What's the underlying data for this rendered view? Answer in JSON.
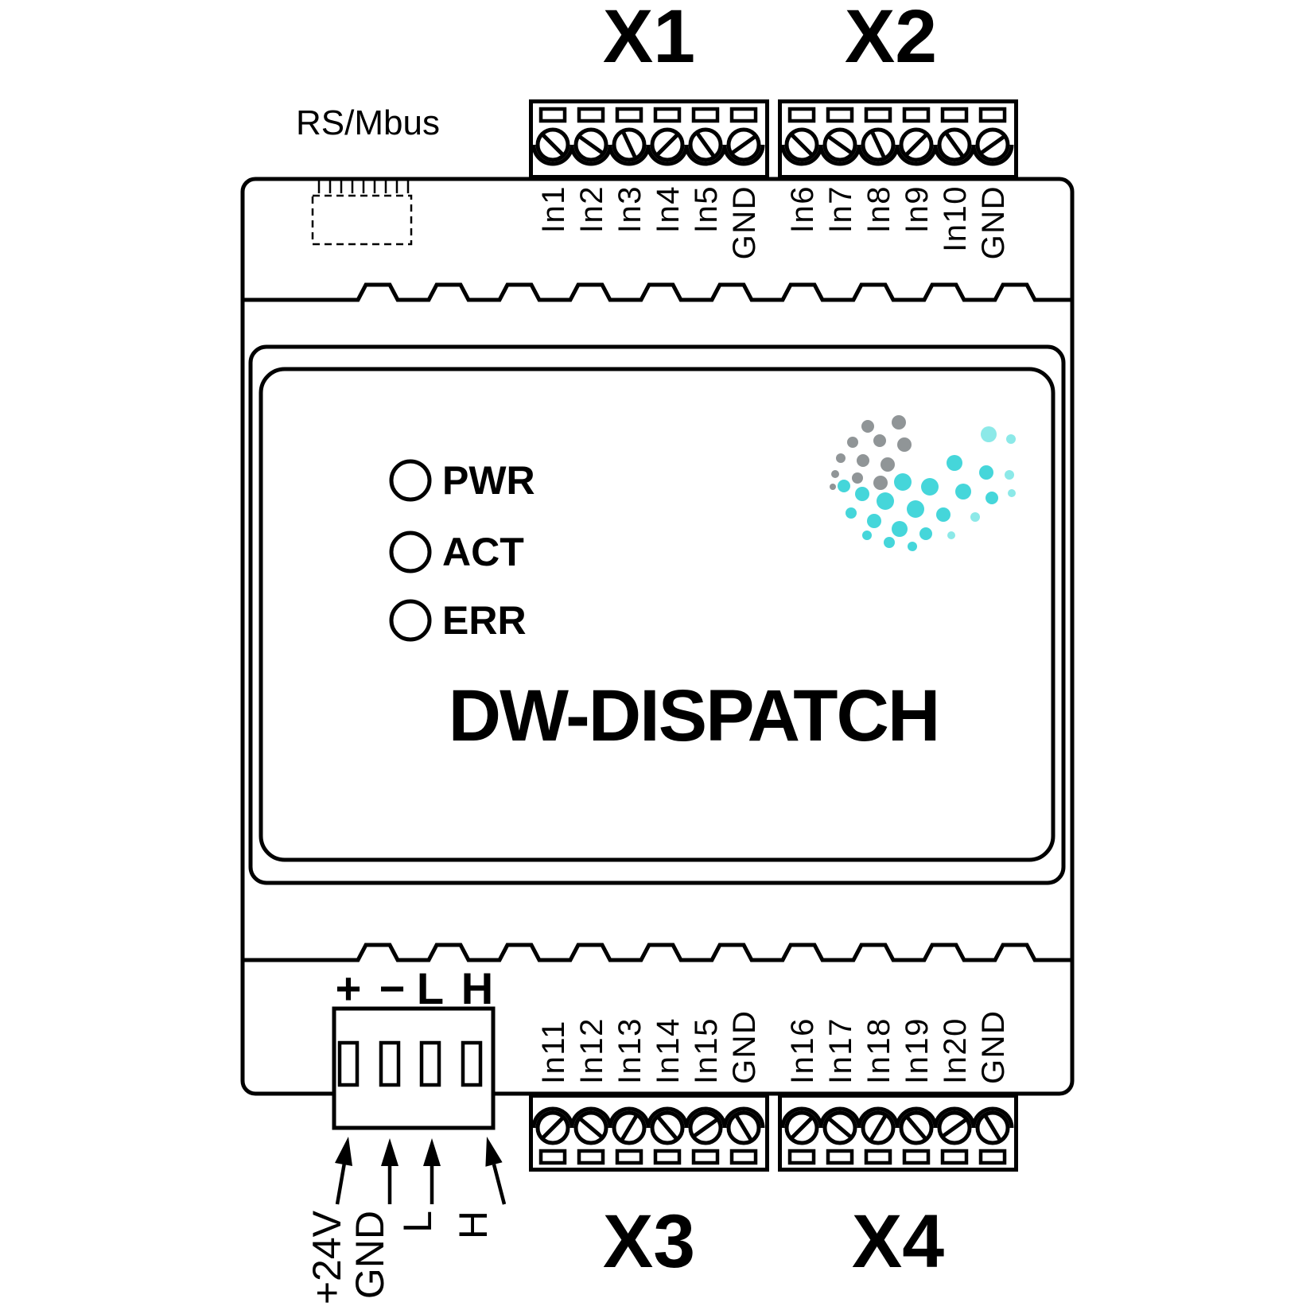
{
  "device": {
    "model": "DW-DISPATCH",
    "port_label": "RS/Mbus"
  },
  "connectors": {
    "x1": {
      "name": "X1",
      "pins": [
        "In1",
        "In2",
        "In3",
        "In4",
        "In5",
        "GND"
      ]
    },
    "x2": {
      "name": "X2",
      "pins": [
        "In6",
        "In7",
        "In8",
        "In9",
        "In10",
        "GND"
      ]
    },
    "x3": {
      "name": "X3",
      "pins": [
        "In11",
        "In12",
        "In13",
        "In14",
        "In15",
        "GND"
      ]
    },
    "x4": {
      "name": "X4",
      "pins": [
        "In16",
        "In17",
        "In18",
        "In19",
        "In20",
        "GND"
      ]
    }
  },
  "leds": [
    {
      "label": "PWR"
    },
    {
      "label": "ACT"
    },
    {
      "label": "ERR"
    }
  ],
  "power_connector": {
    "terminal_labels": [
      "+",
      "−",
      "L",
      "H"
    ],
    "wire_labels": [
      "+24V",
      "GND",
      "L",
      "H"
    ]
  },
  "colors": {
    "line": "#000000",
    "background": "#ffffff",
    "logo_gray": "#909597",
    "logo_cyan": "#45d6da",
    "logo_cyan_light": "#8ce9e8"
  }
}
